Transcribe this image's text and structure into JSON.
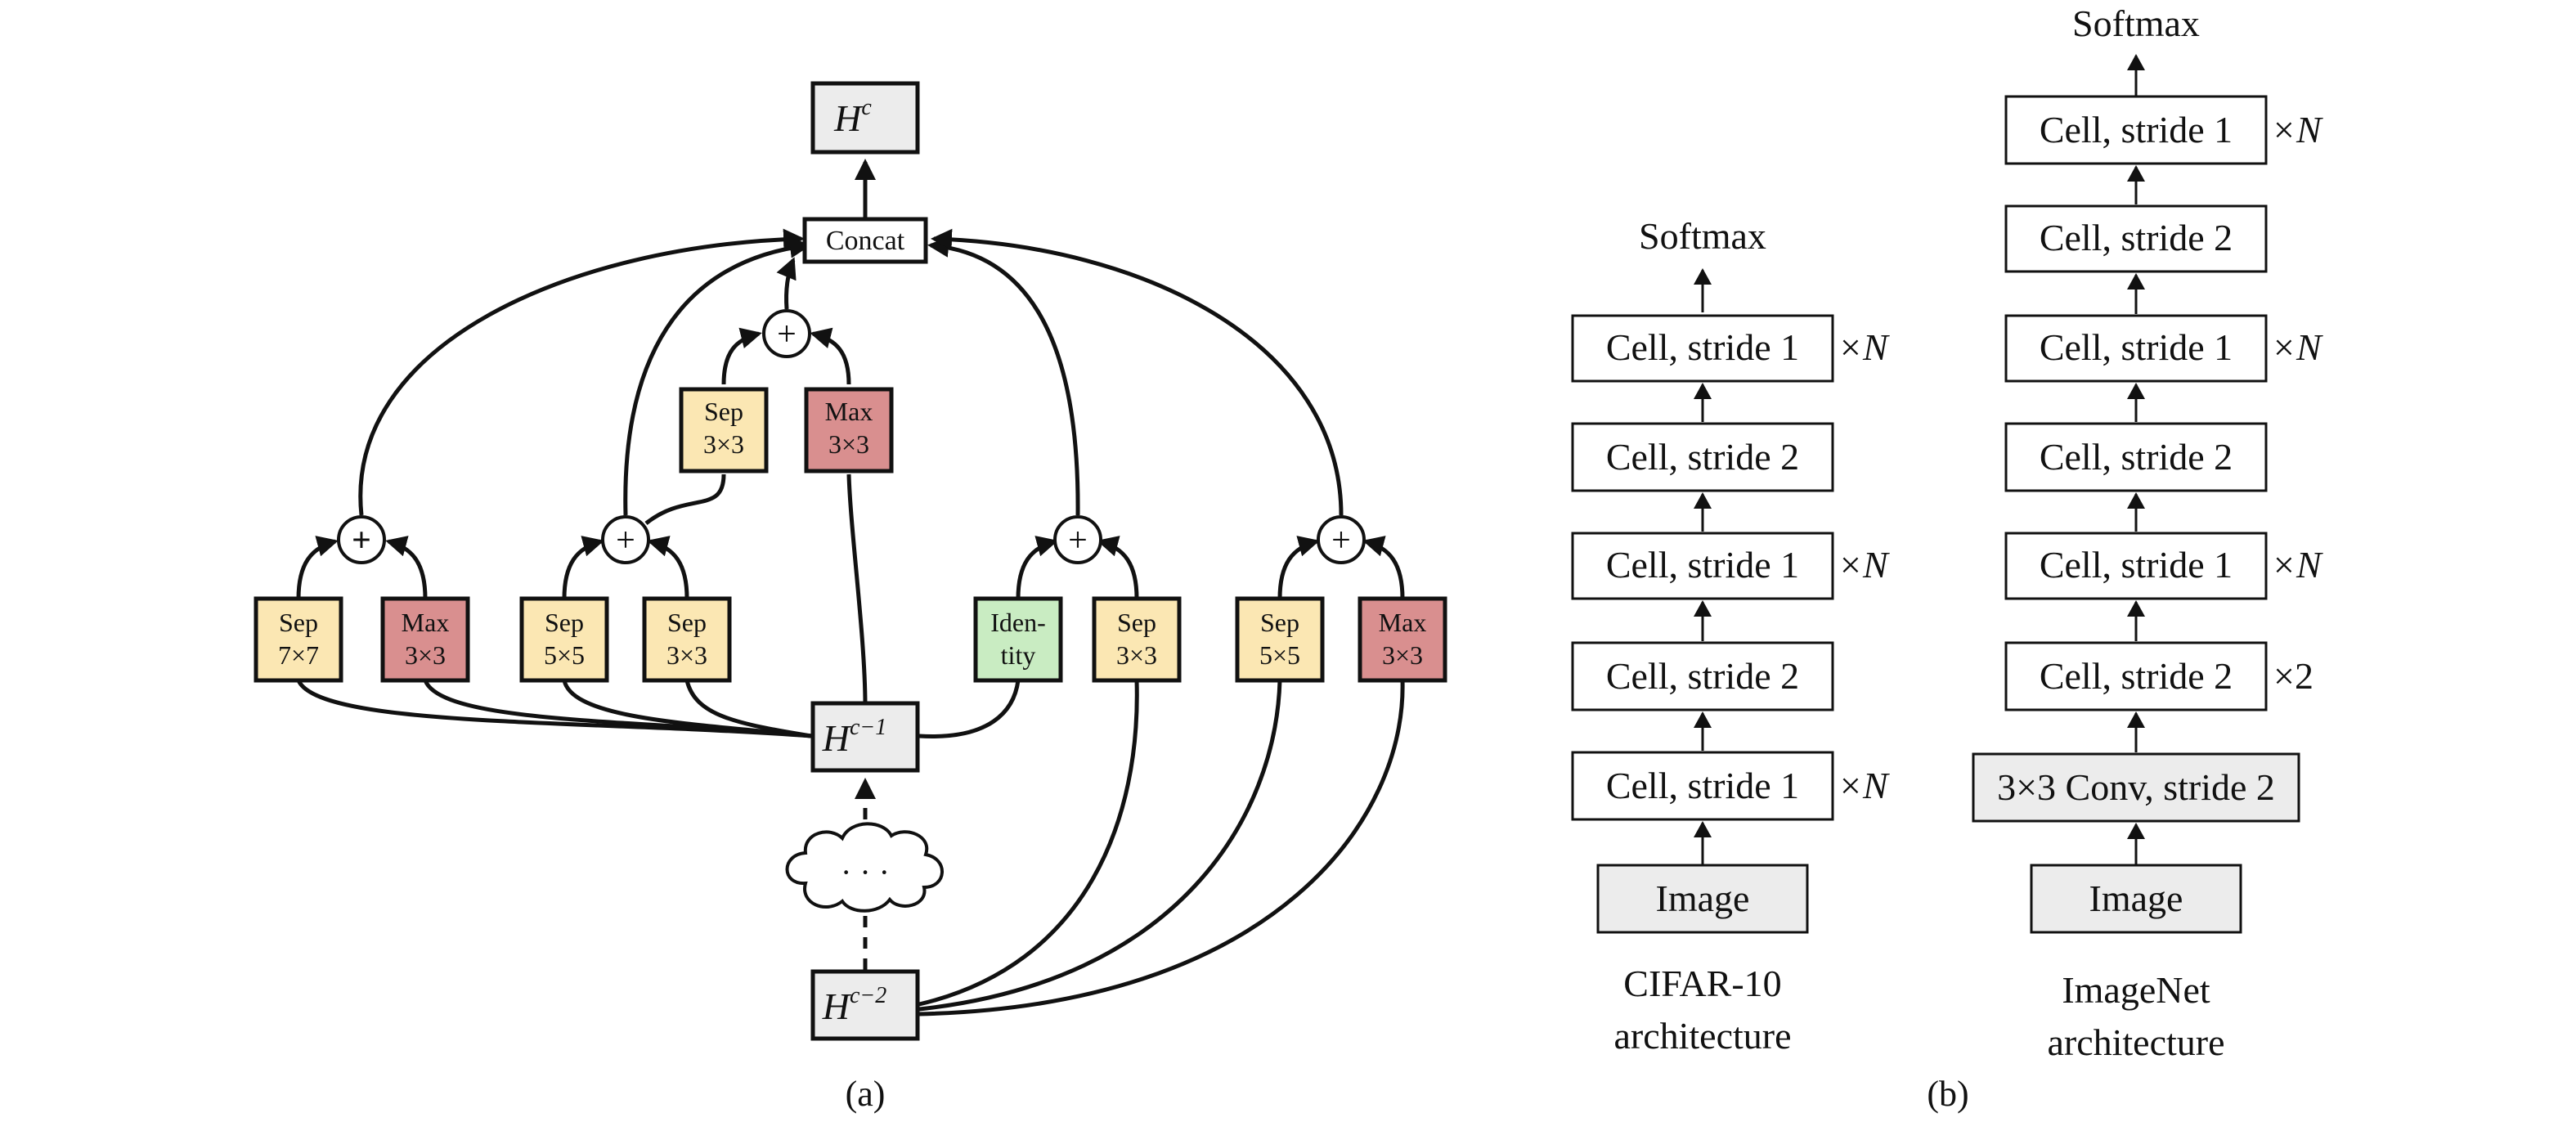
{
  "colors": {
    "sep": "#fbe7b3",
    "max": "#d98f8f",
    "identity": "#c9ecc2",
    "hidden": "#ececec",
    "white": "#ffffff",
    "cloud": "#ffffff",
    "stroke": "#111111"
  },
  "panel_a": {
    "caption": "(a)",
    "hc_label": "H",
    "hc_sup": "c",
    "concat_label": "Concat",
    "hc1_label": "H",
    "hc1_sup": "c−1",
    "hc2_label": "H",
    "hc2_sup": "c−2",
    "cloud_dots": "· · ·",
    "plus_symbol": "+",
    "ops": [
      {
        "id": "op1",
        "kind": "sep",
        "line1": "Sep",
        "line2": "7×7"
      },
      {
        "id": "op2",
        "kind": "max",
        "line1": "Max",
        "line2": "3×3"
      },
      {
        "id": "op3",
        "kind": "sep",
        "line1": "Sep",
        "line2": "5×5"
      },
      {
        "id": "op4",
        "kind": "sep",
        "line1": "Sep",
        "line2": "3×3"
      },
      {
        "id": "op5",
        "kind": "identity",
        "line1": "Iden-",
        "line2": "tity"
      },
      {
        "id": "op6",
        "kind": "sep",
        "line1": "Sep",
        "line2": "3×3"
      },
      {
        "id": "op7",
        "kind": "sep",
        "line1": "Sep",
        "line2": "5×5"
      },
      {
        "id": "op8",
        "kind": "max",
        "line1": "Max",
        "line2": "3×3"
      },
      {
        "id": "opTopSep",
        "kind": "sep",
        "line1": "Sep",
        "line2": "3×3"
      },
      {
        "id": "opTopMax",
        "kind": "max",
        "line1": "Max",
        "line2": "3×3"
      }
    ]
  },
  "panel_b": {
    "caption": "(b)",
    "cifar": {
      "top_label": "Softmax",
      "blocks": [
        {
          "label": "Cell, stride 1",
          "mult": "×N"
        },
        {
          "label": "Cell, stride 2",
          "mult": ""
        },
        {
          "label": "Cell, stride 1",
          "mult": "×N"
        },
        {
          "label": "Cell, stride 2",
          "mult": ""
        },
        {
          "label": "Cell, stride 1",
          "mult": "×N"
        }
      ],
      "input_label": "Image",
      "caption_line1": "CIFAR-10",
      "caption_line2": "architecture"
    },
    "imagenet": {
      "top_label": "Softmax",
      "blocks": [
        {
          "label": "Cell, stride 1",
          "mult": "×N"
        },
        {
          "label": "Cell, stride 2",
          "mult": ""
        },
        {
          "label": "Cell, stride 1",
          "mult": "×N"
        },
        {
          "label": "Cell, stride 2",
          "mult": ""
        },
        {
          "label": "Cell, stride 1",
          "mult": "×N"
        },
        {
          "label": "Cell, stride 2",
          "mult": "×2"
        },
        {
          "label": "3×3 Conv, stride 2",
          "mult": ""
        }
      ],
      "input_label": "Image",
      "caption_line1": "ImageNet",
      "caption_line2": "architecture"
    }
  }
}
